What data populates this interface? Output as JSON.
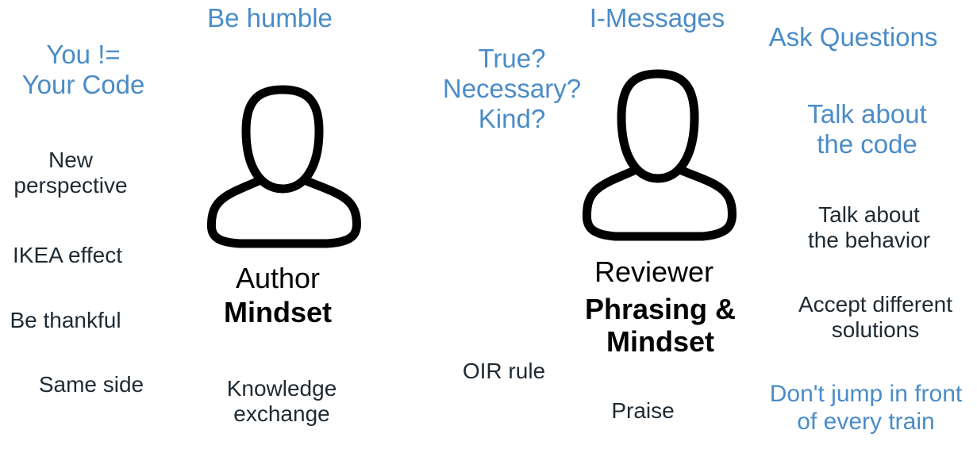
{
  "author": {
    "label": "Author",
    "label_bold": "Mindset",
    "notes": {
      "be_humble": "Be humble",
      "you_not_code": "You !=\nYour Code",
      "new_perspective": "New\nperspective",
      "ikea_effect": "IKEA effect",
      "be_thankful": "Be thankful",
      "same_side": "Same side",
      "knowledge_exchange": "Knowledge\nexchange"
    }
  },
  "reviewer": {
    "label": "Reviewer",
    "label_bold": "Phrasing &\nMindset",
    "notes": {
      "i_messages": "I-Messages",
      "true_necessary_kind": "True?\nNecessary?\nKind?",
      "ask_questions": "Ask Questions",
      "talk_code": "Talk about\nthe code",
      "talk_behavior": "Talk about\nthe behavior",
      "accept_solutions": "Accept different\nsolutions",
      "dont_jump": "Don't jump in front\nof every train",
      "oir_rule": "OIR rule",
      "praise": "Praise"
    }
  },
  "icons": {
    "author": "person-icon",
    "reviewer": "person-icon"
  },
  "colors": {
    "accent": "#4a8cc8",
    "text": "#1f2a33",
    "label": "#000000"
  }
}
